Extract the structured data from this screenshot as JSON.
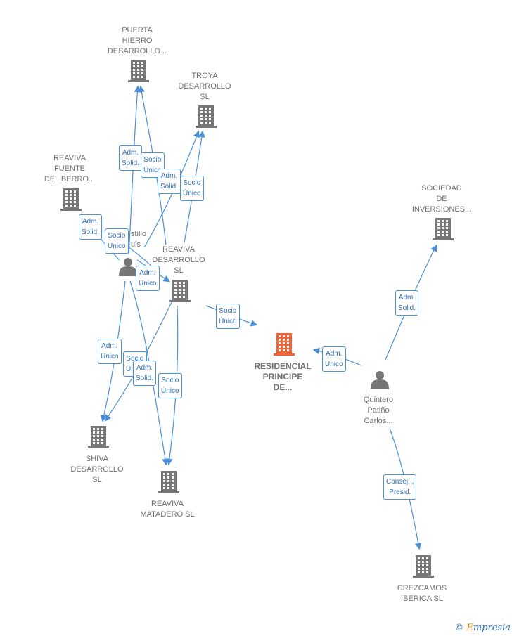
{
  "nodes": [
    {
      "id": "puerta",
      "label": "PUERTA\nHIERRO\nDESARROLLO...",
      "kind": "company"
    },
    {
      "id": "troya",
      "label": "TROYA\nDESARROLLO\nSL",
      "kind": "company"
    },
    {
      "id": "fuente",
      "label": "REAVIVA\nFUENTE\nDEL BERRO...",
      "kind": "company"
    },
    {
      "id": "sociedad",
      "label": "SOCIEDAD\nDE\nINVERSIONES...",
      "kind": "company"
    },
    {
      "id": "castillo",
      "label": "stillo\nuis",
      "kind": "person"
    },
    {
      "id": "reaviva",
      "label": "REAVIVA\nDESARROLLO\nSL",
      "kind": "company"
    },
    {
      "id": "residencial",
      "label": "RESIDENCIAL\nPRINCIPE\nDE...",
      "kind": "company-main"
    },
    {
      "id": "quintero",
      "label": "Quintero\nPatiño\nCarlos...",
      "kind": "person"
    },
    {
      "id": "shiva",
      "label": "SHIVA\nDESARROLLO\nSL",
      "kind": "company"
    },
    {
      "id": "matadero",
      "label": "REAVIVA\nMATADERO  SL",
      "kind": "company"
    },
    {
      "id": "crezcamos",
      "label": "CREZCAMOS\nIBERICA  SL",
      "kind": "company"
    }
  ],
  "edges": [
    {
      "label": "Adm.\nSolid."
    },
    {
      "label": "Socio\nÚnico"
    },
    {
      "label": "Adm.\nSolid."
    },
    {
      "label": "Socio\nÚnico"
    },
    {
      "label": "Adm.\nSolid."
    },
    {
      "label": "Socio\nÚnico"
    },
    {
      "label": "Adm.\nUnico"
    },
    {
      "label": "Socio\nÚnico"
    },
    {
      "label": "Adm.\nUnico"
    },
    {
      "label": "Socio\nÚnico"
    },
    {
      "label": "Adm.\nSolid."
    },
    {
      "label": "Socio\nÚnico"
    },
    {
      "label": "Adm.\nUnico"
    },
    {
      "label": "Adm.\nSolid."
    },
    {
      "label": "Consej. ,\nPresid."
    }
  ],
  "colors": {
    "edge": "#4a90d9",
    "company": "#777777",
    "main": "#f0643c",
    "person": "#777777"
  },
  "watermark": {
    "symbol": "©",
    "brand": "mpresia",
    "brand_initial": "E"
  }
}
